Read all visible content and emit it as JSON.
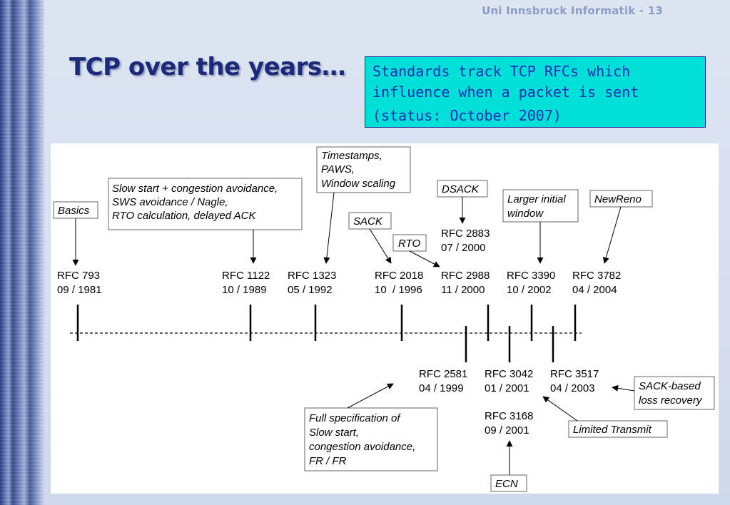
{
  "header": {
    "label": "Uni Innsbruck Informatik - 13"
  },
  "title": "TCP over the years…",
  "info_box": {
    "line1": "Standards track TCP RFCs which",
    "line2": "influence when a packet is sent",
    "line3": "(status: October 2007)"
  },
  "colors": {
    "title": "#1c2a7a",
    "info_bg": "#00e0d8",
    "info_text": "#1c2eb0",
    "header": "#8c9cc6"
  },
  "rfcs_above": [
    {
      "rfc": "RFC 793",
      "date": "09 / 1981"
    },
    {
      "rfc": "RFC 1122",
      "date": "10 / 1989"
    },
    {
      "rfc": "RFC 1323",
      "date": "05 / 1992"
    },
    {
      "rfc": "RFC 2018",
      "date": "10  / 1996"
    },
    {
      "rfc": "RFC 2988",
      "date": "11 / 2000"
    },
    {
      "rfc": "RFC 2883",
      "date": "07 / 2000"
    },
    {
      "rfc": "RFC 3390",
      "date": "10 / 2002"
    },
    {
      "rfc": "RFC 3782",
      "date": "04 / 2004"
    }
  ],
  "rfcs_below": [
    {
      "rfc": "RFC 2581",
      "date": "04 / 1999"
    },
    {
      "rfc": "RFC 3042",
      "date": "01 / 2001"
    },
    {
      "rfc": "RFC 3517",
      "date": "04 / 2003"
    },
    {
      "rfc": "RFC 3168",
      "date": "09 / 2001"
    }
  ],
  "features": {
    "basics": "Basics",
    "slowstart_1": "Slow start + congestion avoidance,",
    "slowstart_2": "SWS avoidance / Nagle,",
    "slowstart_3": "RTO calculation, delayed ACK",
    "timestamps_1": "Timestamps,",
    "timestamps_2": "PAWS,",
    "timestamps_3": "Window scaling",
    "sack": "SACK",
    "rto": "RTO",
    "dsack": "DSACK",
    "larger_1": "Larger initial",
    "larger_2": "window",
    "newreno": "NewReno",
    "sackloss_1": "SACK-based",
    "sackloss_2": "loss recovery",
    "limited": "Limited Transmit",
    "fullspec_1": "Full specification of",
    "fullspec_2": "Slow start,",
    "fullspec_3": "congestion avoidance,",
    "fullspec_4": "FR / FR",
    "ecn": "ECN"
  }
}
